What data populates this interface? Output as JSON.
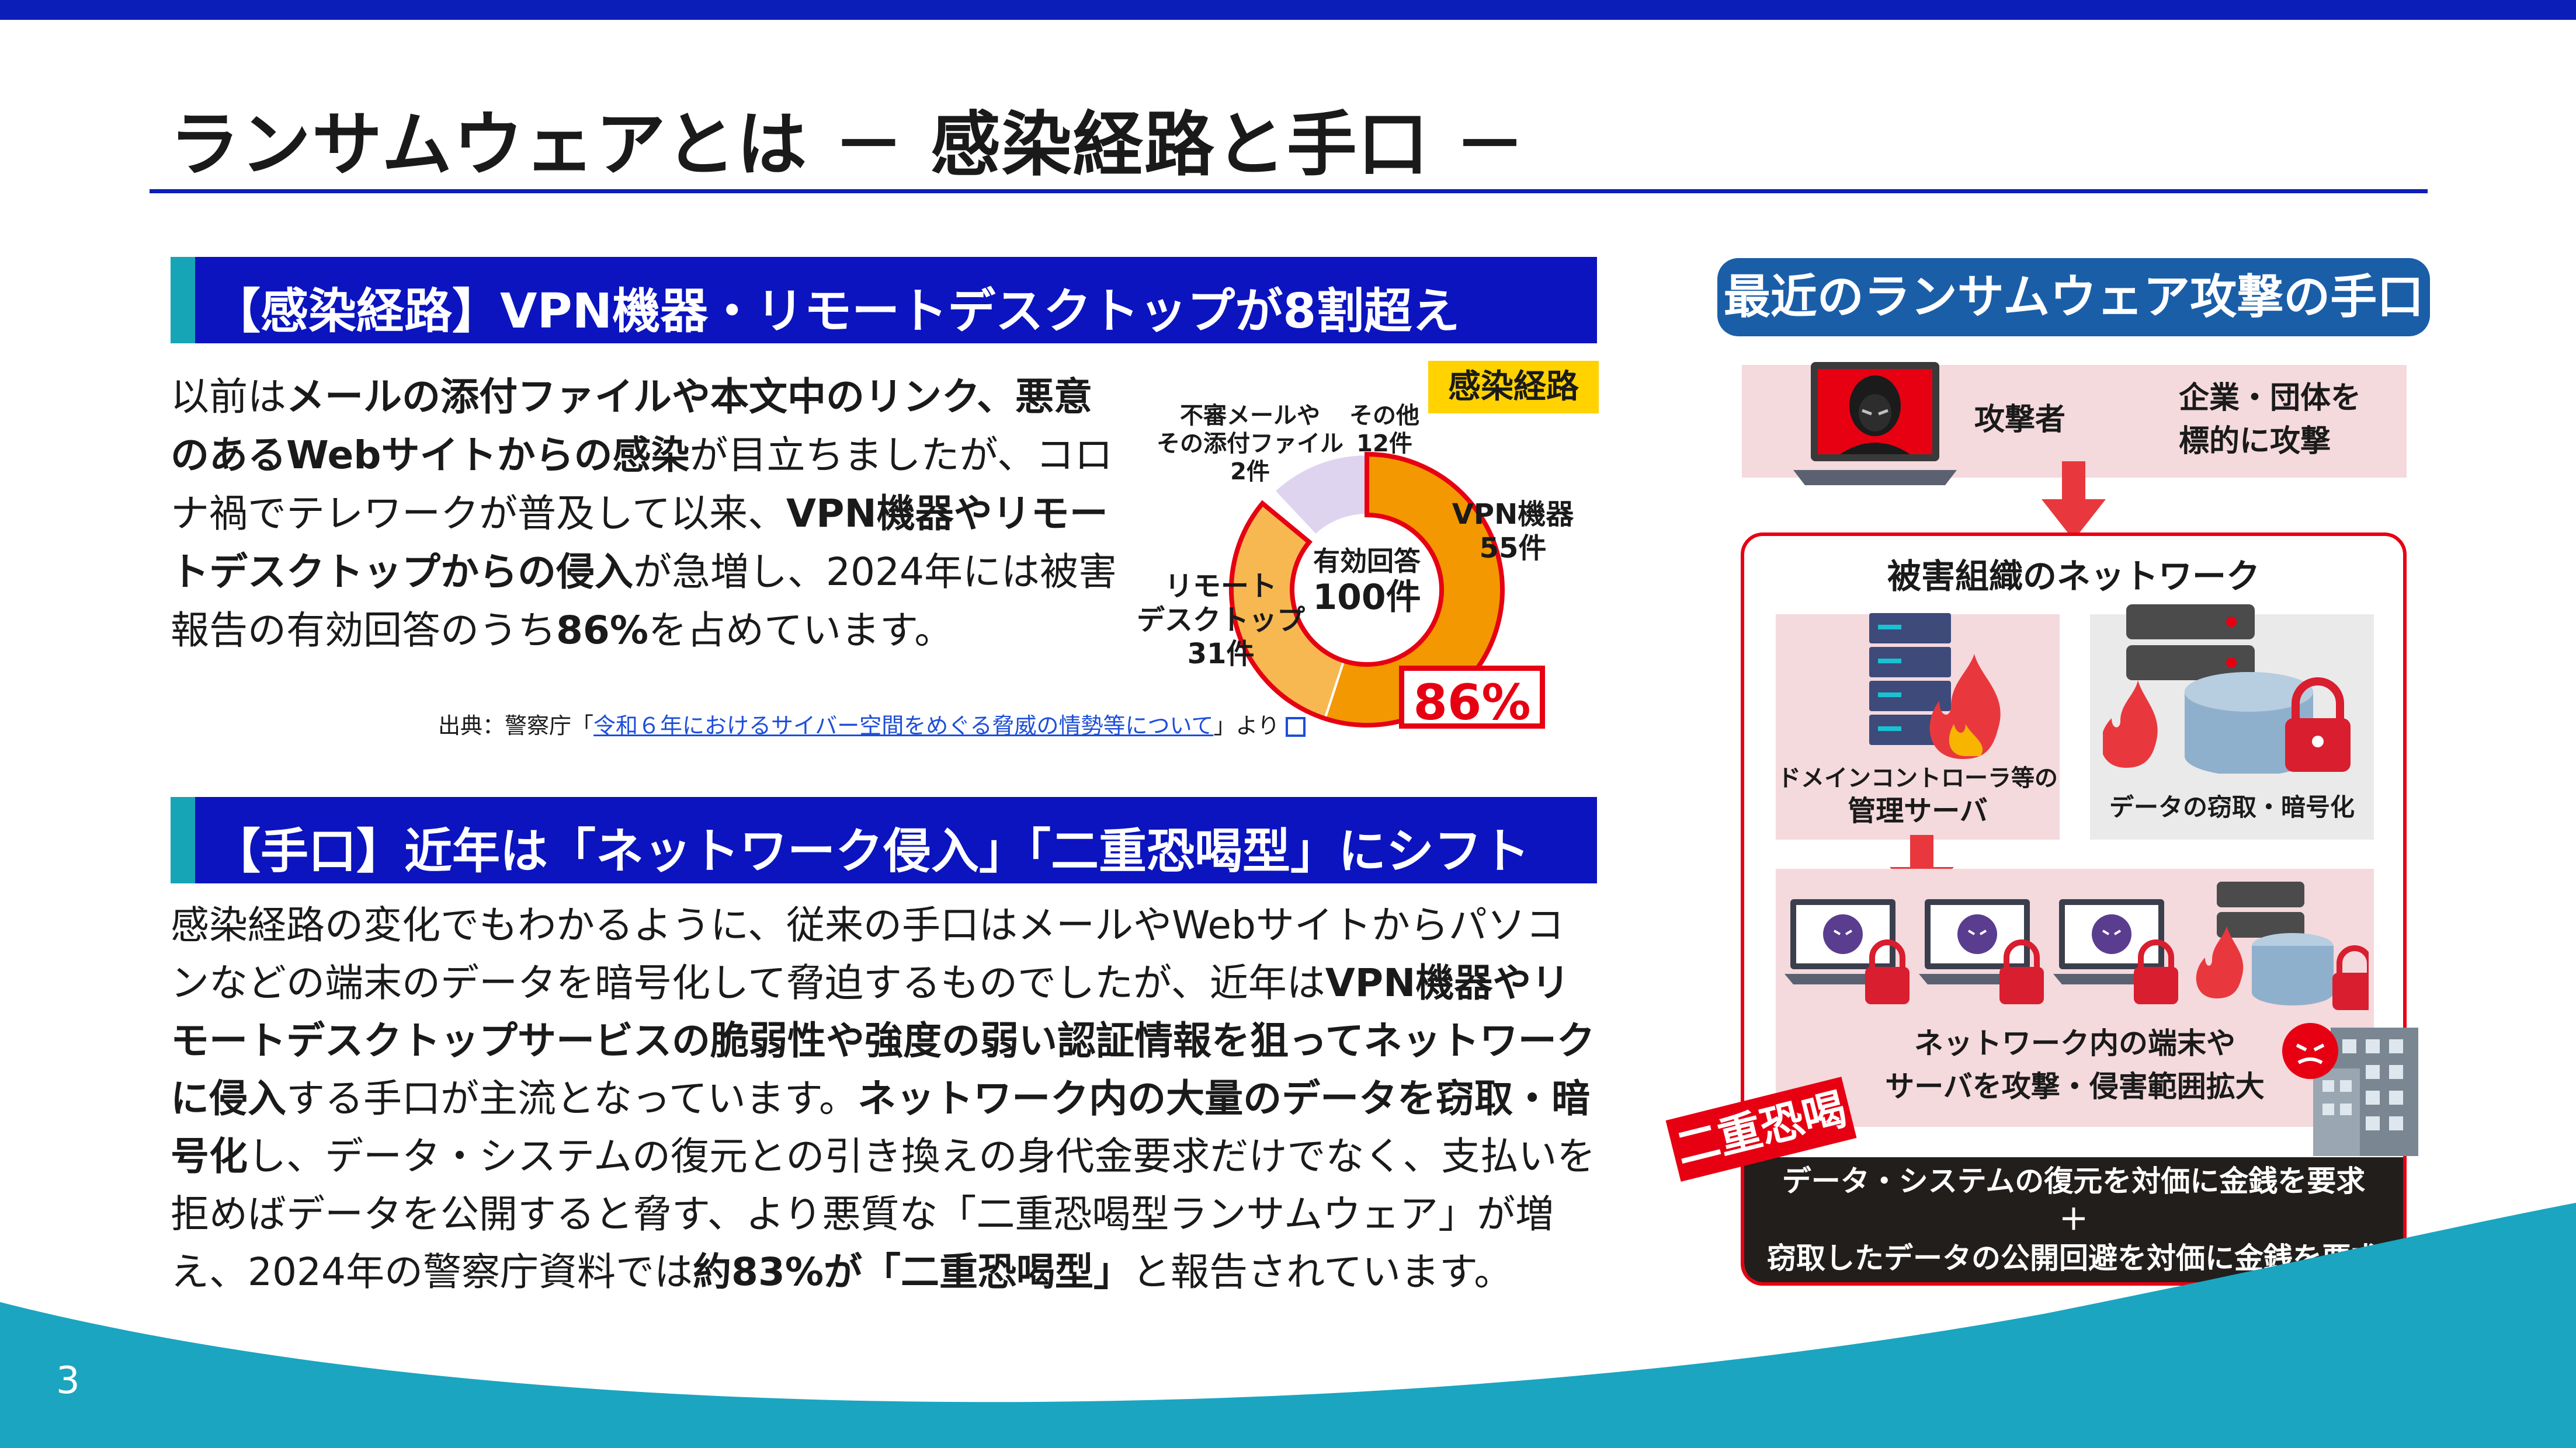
{
  "slide": {
    "title": "ランサムウェアとは － 感染経路と手口 －",
    "page_number": "3"
  },
  "section1": {
    "heading": "【感染経路】VPN機器・リモートデスクトップが8割超え",
    "p": [
      "以前は",
      "メールの添付ファイルや本文中のリンク、悪意のあるWebサイトからの感染",
      "が目立ちましたが、コロナ禍でテレワークが普及して以来、",
      "VPN機器やリモートデスクトップからの侵入",
      "が急増し、2024年には被害報告の有効回答のうち",
      "86%",
      "を占めています。"
    ],
    "source_prefix": "出典：警察庁「",
    "source_link": "令和６年におけるサイバー空間をめぐる脅威の情勢等について",
    "source_suffix": "」より"
  },
  "chart_data": {
    "type": "pie",
    "title": "感染経路",
    "center_label": "有効回答",
    "center_value": "100件",
    "highlight": "86%",
    "slices": [
      {
        "label": "VPN機器",
        "value": 55,
        "value_label": "55件",
        "color": "#f39800"
      },
      {
        "label": "リモートデスクトップ",
        "value": 31,
        "value_label": "31件",
        "color": "#f7b851"
      },
      {
        "label": "不審メールやその添付ファイル",
        "value": 2,
        "value_label": "2件",
        "color": "#ffffff"
      },
      {
        "label": "その他",
        "value": 12,
        "value_label": "12件",
        "color": "#ded4ef"
      }
    ],
    "labels_display": {
      "vpn": "VPN機器",
      "vpn_n": "55件",
      "rdp1": "リモート",
      "rdp2": "デスクトップ",
      "rdp_n": "31件",
      "mail1": "不審メールや",
      "mail2": "その添付ファイル",
      "mail_n": "2件",
      "other": "その他",
      "other_n": "12件"
    },
    "ring_border_color": "#e60012"
  },
  "section2": {
    "heading": "【手口】近年は「ネットワーク侵入」「二重恐喝型」にシフト",
    "p": [
      "感染経路の変化でもわかるように、従来の手口はメールやWebサイトからパソコンなどの端末のデータを暗号化して脅迫するものでしたが、近年は",
      "VPN機器やリモートデスクトップサービスの脆弱性や強度の弱い認証情報を狙ってネットワークに侵入",
      "する手口が主流となっています。",
      "ネットワーク内の大量のデータを窃取・暗号化",
      "し、データ・システムの復元との引き換えの身代金要求だけでなく、支払いを拒めばデータを公開すると脅す、より悪質な「二重恐喝型ランサムウェア」が増え、2024年の警察庁資料では",
      "約83%が「二重恐喝型」",
      "と報告されています。"
    ]
  },
  "diagram": {
    "pill_title": "最近のランサムウェア攻撃の手口",
    "attacker": "攻撃者",
    "target_line1": "企業・団体を",
    "target_line2": "標的に攻撃",
    "network_title": "被害組織のネットワーク",
    "server_label1": "ドメインコントローラ等の",
    "server_label2": "管理サーバ",
    "data_label": "データの窃取・暗号化",
    "spread1": "ネットワーク内の端末や",
    "spread2": "サーバを攻撃・侵害範囲拡大",
    "tag": "二重恐喝",
    "demand1": "データ・システムの復元を対価に金銭を要求",
    "plus": "＋",
    "demand2": "窃取したデータの公開回避を対価に金銭を要求"
  },
  "colors": {
    "brand_blue": "#0b1fb8",
    "section_blue": "#0b14bf",
    "accent_teal": "#16a5b7",
    "alert_red": "#e60012",
    "chart_orange": "#f39800",
    "tag_yellow": "#ffd200",
    "pill_blue": "#1a5ea8"
  },
  "icons": [
    "hacker-laptop-icon",
    "server-rack-icon",
    "fire-icon",
    "database-icon",
    "padlock-icon",
    "virus-laptop-icon",
    "office-building-icon",
    "evil-virus-icon",
    "external-link-icon"
  ]
}
